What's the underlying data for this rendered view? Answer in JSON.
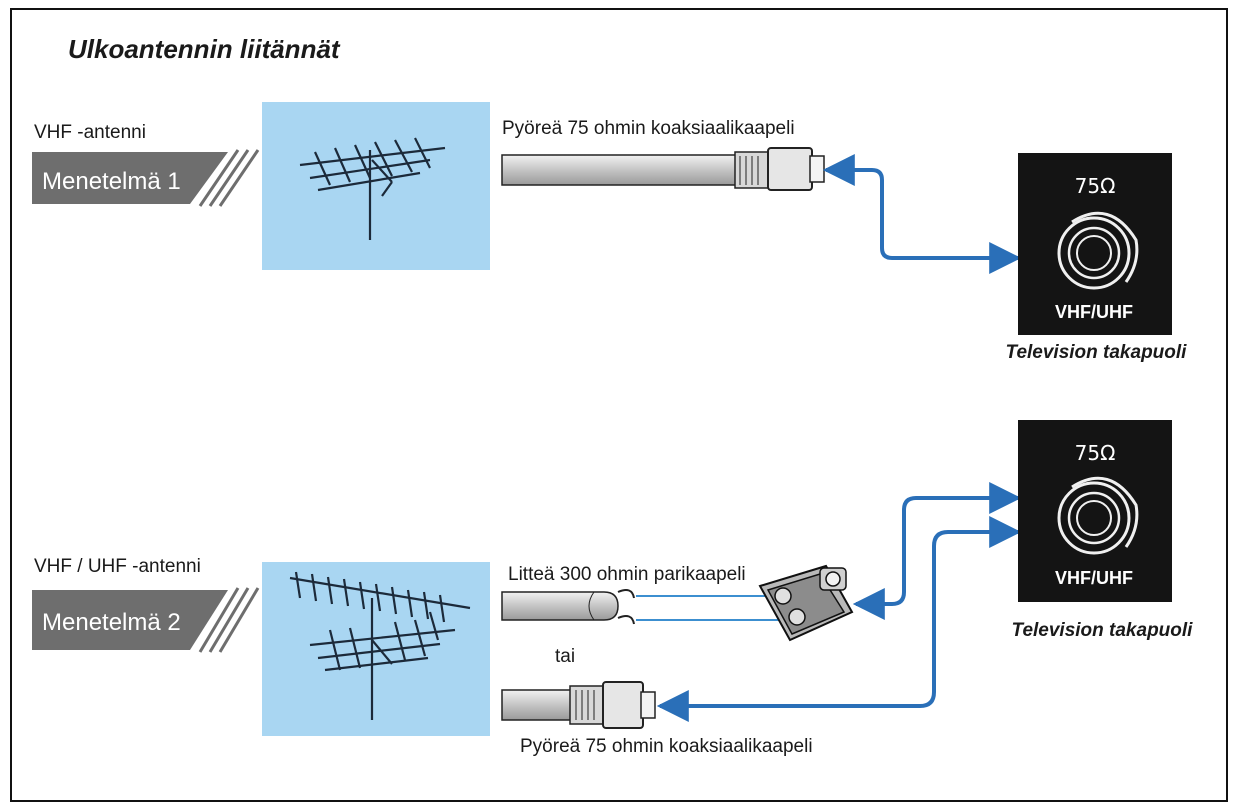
{
  "title": "Ulkoantennin liitännät",
  "method1": {
    "antenna_label": "VHF -antenni",
    "badge": "Menetelmä 1",
    "cable_label": "Pyöreä 75 ohmin koaksiaalikaapeli",
    "tv_panel": {
      "impedance": "75Ω",
      "port": "VHF/UHF"
    },
    "tv_caption": "Television takapuoli"
  },
  "method2": {
    "antenna_label": "VHF / UHF -antenni",
    "badge": "Menetelmä 2",
    "flat_cable_label": "Litteä 300 ohmin parikaapeli",
    "or_label": "tai",
    "coax_label": "Pyöreä 75 ohmin koaksiaalikaapeli",
    "tv_panel": {
      "impedance": "75Ω",
      "port": "VHF/UHF"
    },
    "tv_caption": "Television takapuoli"
  },
  "colors": {
    "antenna_bg": "#a9d6f2",
    "arrow": "#2a6fb8",
    "badge": "#6e6e6e",
    "panel": "#141414",
    "cable": "#c9c9c9"
  }
}
